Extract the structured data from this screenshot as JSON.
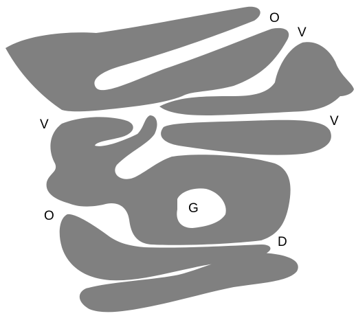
{
  "figure": {
    "shape_fill": "#808080",
    "background": "#ffffff",
    "label_color": "#000000",
    "labels": {
      "top_right_o": "O",
      "top_right_v": "V",
      "left_v": "V",
      "right_v": "V",
      "left_o": "O",
      "center_g": "G",
      "lower_right_d": "D"
    }
  }
}
